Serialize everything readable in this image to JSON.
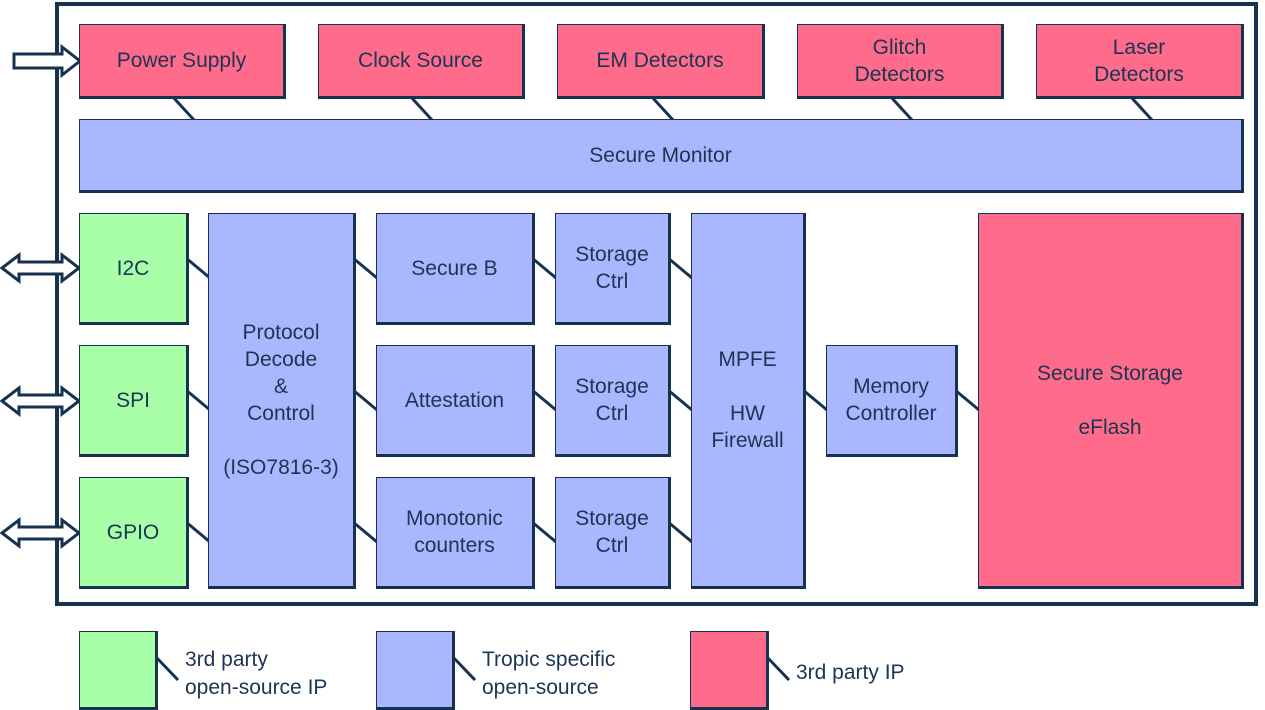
{
  "colors": {
    "third_party_ip": "#ff6b8a",
    "tropic_open_source": "#aab6fd",
    "third_party_open_source": "#a8ffa8",
    "outline": "#17324f"
  },
  "top_blocks": {
    "power_supply": "Power Supply",
    "clock_source": "Clock Source",
    "em_detectors": "EM Detectors",
    "glitch_detectors": "Glitch\nDetectors",
    "laser_detectors": "Laser\nDetectors"
  },
  "secure_monitor": "Secure Monitor",
  "interfaces": {
    "i2c": "I2C",
    "spi": "SPI",
    "gpio": "GPIO"
  },
  "protocol": "Protocol\nDecode\n&\nControl\n\n(ISO7816-3)",
  "services": {
    "secure_b": "Secure B",
    "attestation": "Attestation",
    "monotonic": "Monotonic\ncounters"
  },
  "storage_ctrl": "Storage\nCtrl",
  "mpfe": "MPFE\n\nHW\nFirewall",
  "memory_controller": "Memory\nController",
  "secure_storage": "Secure Storage\n\neFlash",
  "legend": {
    "third_party_open_source": "3rd party\nopen-source IP",
    "tropic_specific": "Tropic specific\nopen-source",
    "third_party_ip": "3rd party IP"
  }
}
